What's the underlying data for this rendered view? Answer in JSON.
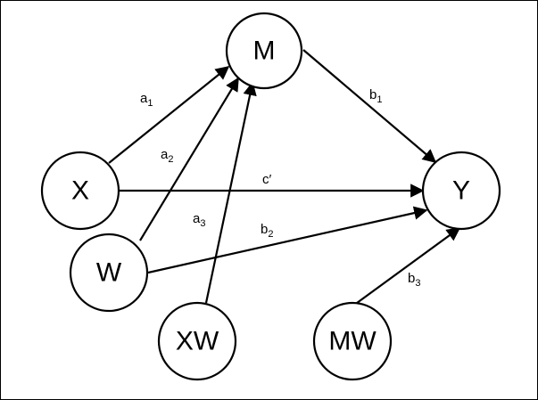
{
  "diagram": {
    "nodes": {
      "M": {
        "label": "M"
      },
      "X": {
        "label": "X"
      },
      "W": {
        "label": "W"
      },
      "XW": {
        "label": "XW"
      },
      "MW": {
        "label": "MW"
      },
      "Y": {
        "label": "Y"
      }
    },
    "edges": {
      "a1": {
        "from": "X",
        "to": "M",
        "label": "a",
        "sub": "1"
      },
      "a2": {
        "from": "W",
        "to": "M",
        "label": "a",
        "sub": "2"
      },
      "a3": {
        "from": "XW",
        "to": "M",
        "label": "a",
        "sub": "3"
      },
      "b1": {
        "from": "M",
        "to": "Y",
        "label": "b",
        "sub": "1"
      },
      "cprime": {
        "from": "X",
        "to": "Y",
        "label": "c′"
      },
      "b2": {
        "from": "W",
        "to": "Y",
        "label": "b",
        "sub": "2"
      },
      "b3": {
        "from": "MW",
        "to": "Y",
        "label": "b",
        "sub": "3"
      }
    }
  }
}
